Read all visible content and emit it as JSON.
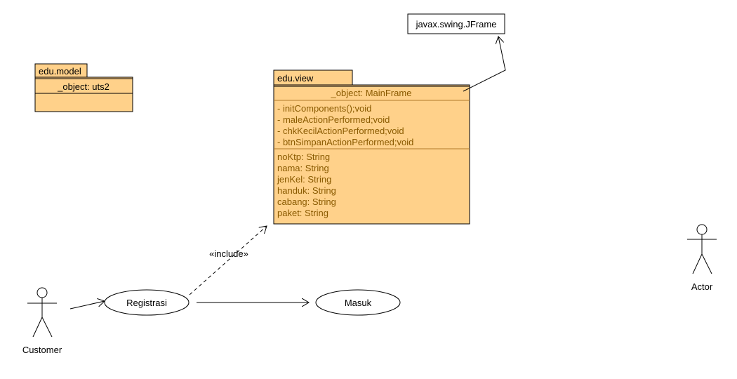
{
  "model_package": {
    "name": "edu.model",
    "object": "_object: uts2"
  },
  "view_package": {
    "name": "edu.view",
    "object": "_object: MainFrame",
    "methods": [
      "- initComponents();void",
      "- maleActionPerformed;void",
      "- chkKecilActionPerformed;void",
      "- btnSimpanActionPerformed;void"
    ],
    "attributes": [
      "noKtp: String",
      "nama: String",
      "jenKel: String",
      "handuk: String",
      "cabang: String",
      "paket: String"
    ]
  },
  "jframe_label": "javax.swing.JFrame",
  "include_label": "«include»",
  "use_cases": {
    "registrasi": "Registrasi",
    "masuk": "Masuk"
  },
  "actors": {
    "customer": "Customer",
    "actor": "Actor"
  }
}
